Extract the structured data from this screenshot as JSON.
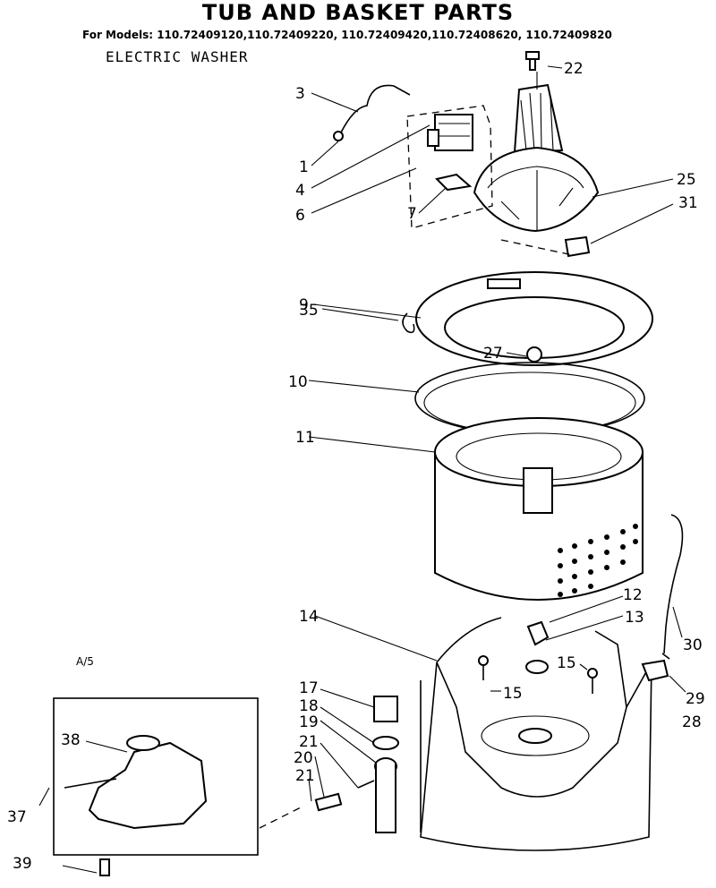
{
  "header": {
    "title": "TUB AND BASKET PARTS",
    "models": "For Models: 110.72409120,110.72409220, 110.72409420,110.72408620, 110.72409820",
    "subtitle": "ELECTRIC WASHER"
  },
  "note": "A/5",
  "callouts": [
    "3",
    "1",
    "4",
    "6",
    "7",
    "22",
    "25",
    "31",
    "9",
    "27",
    "10",
    "11",
    "35",
    "14",
    "12",
    "13",
    "15",
    "15",
    "30",
    "29",
    "28",
    "17",
    "18",
    "19",
    "21",
    "20",
    "21",
    "38",
    "37",
    "39"
  ]
}
